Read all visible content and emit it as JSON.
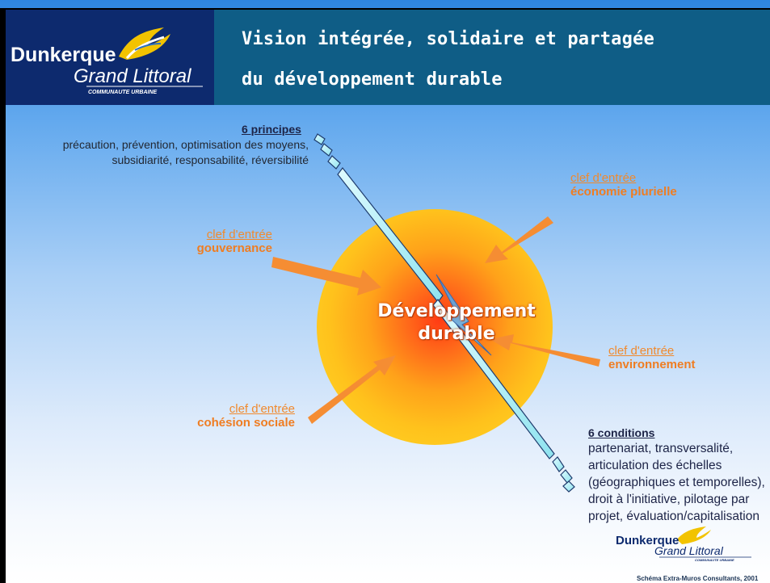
{
  "header": {
    "title_line1": "Vision intégrée, solidaire et partagée",
    "title_line2": "du développement durable"
  },
  "logo": {
    "line1": "Dunkerque",
    "line2": "Grand Littoral",
    "line3": "COMMUNAUTE URBAINE"
  },
  "center": {
    "line1": "Développement",
    "line2": "durable"
  },
  "principles": {
    "heading": "6 principes",
    "line1": "précaution, prévention, optimisation des moyens,",
    "line2": "subsidiarité, responsabilité, réversibilité"
  },
  "conditions": {
    "heading": "6 conditions",
    "lines": [
      "partenariat, transversalité,",
      "articulation des échelles",
      "(géographiques et temporelles),",
      "droit à l'initiative, pilotage par",
      "projet, évaluation/capitalisation"
    ]
  },
  "entries": {
    "gouvernance": {
      "clef": "clef d'entrée",
      "theme": "gouvernance"
    },
    "economie": {
      "clef": "clef d'entrée",
      "theme": "économie plurielle"
    },
    "environnement": {
      "clef": "clef d'entrée",
      "theme": "environnement"
    },
    "cohesion": {
      "clef": "clef d'entrée",
      "theme": "cohésion sociale"
    }
  },
  "credit": "Schéma Extra-Muros Consultants, 2001",
  "colors": {
    "header_bg": "#0f5d86",
    "logo_bg": "#0d2a6e",
    "sun_core": "#ff5a1a",
    "sun_edge": "#ffc21c",
    "arrow_orange": "#f58d33",
    "arrow_cyan": "#b9f0f6",
    "clef_text": "#f08a2e"
  }
}
